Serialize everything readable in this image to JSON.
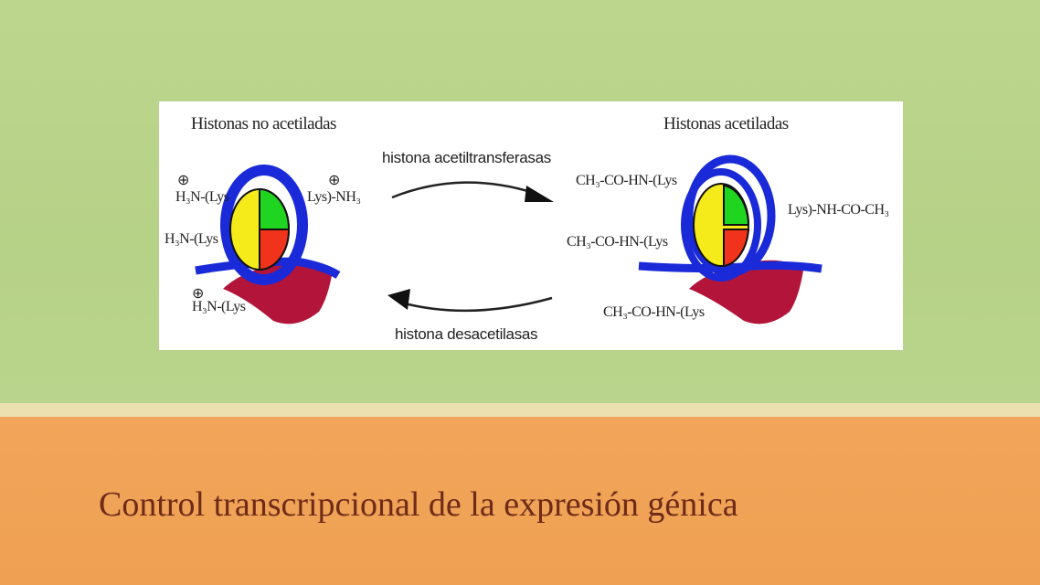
{
  "slide": {
    "title": "Control transcripcional de la expresión génica",
    "colors": {
      "top_background": "#b9d48c",
      "bottom_background": "#f0a356",
      "title_text": "#6e2b18"
    }
  },
  "figure": {
    "left": {
      "heading": "Histonas no acetiladas",
      "labels": [
        "H₃N-(Lys",
        "Lys)-NH₃",
        "H₃N-(Lys",
        "H₃N-(Lys"
      ],
      "charge_symbol": "⊕"
    },
    "right": {
      "heading": "Histonas acetiladas",
      "labels": [
        "CH₃-CO-HN-(Lys",
        "Lys)-NH-CO-CH₃",
        "CH₃-CO-HN-(Lys",
        "CH₃-CO-HN-(Lys"
      ]
    },
    "forward_enzyme": "histona acetiltransferasas",
    "reverse_enzyme": "histona desacetilasas"
  }
}
